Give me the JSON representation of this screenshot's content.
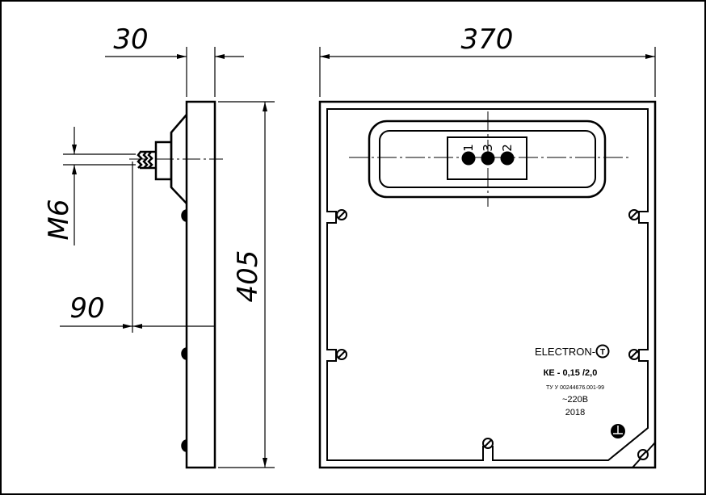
{
  "dimensions": {
    "flange_thickness": "30",
    "front_width": "370",
    "overall_height": "405",
    "thread": "M6",
    "depth": "90"
  },
  "label_plate": {
    "brand": "ELECTRON-",
    "brand_logo_letter": "T",
    "model": "КЕ - 0,15 /2,0",
    "spec": "ТУ У 00244676.001-99",
    "voltage": "~220В",
    "year": "2018"
  },
  "terminals": [
    "1",
    "3",
    "2"
  ],
  "colors": {
    "ink": "#000000",
    "background": "#ffffff"
  }
}
